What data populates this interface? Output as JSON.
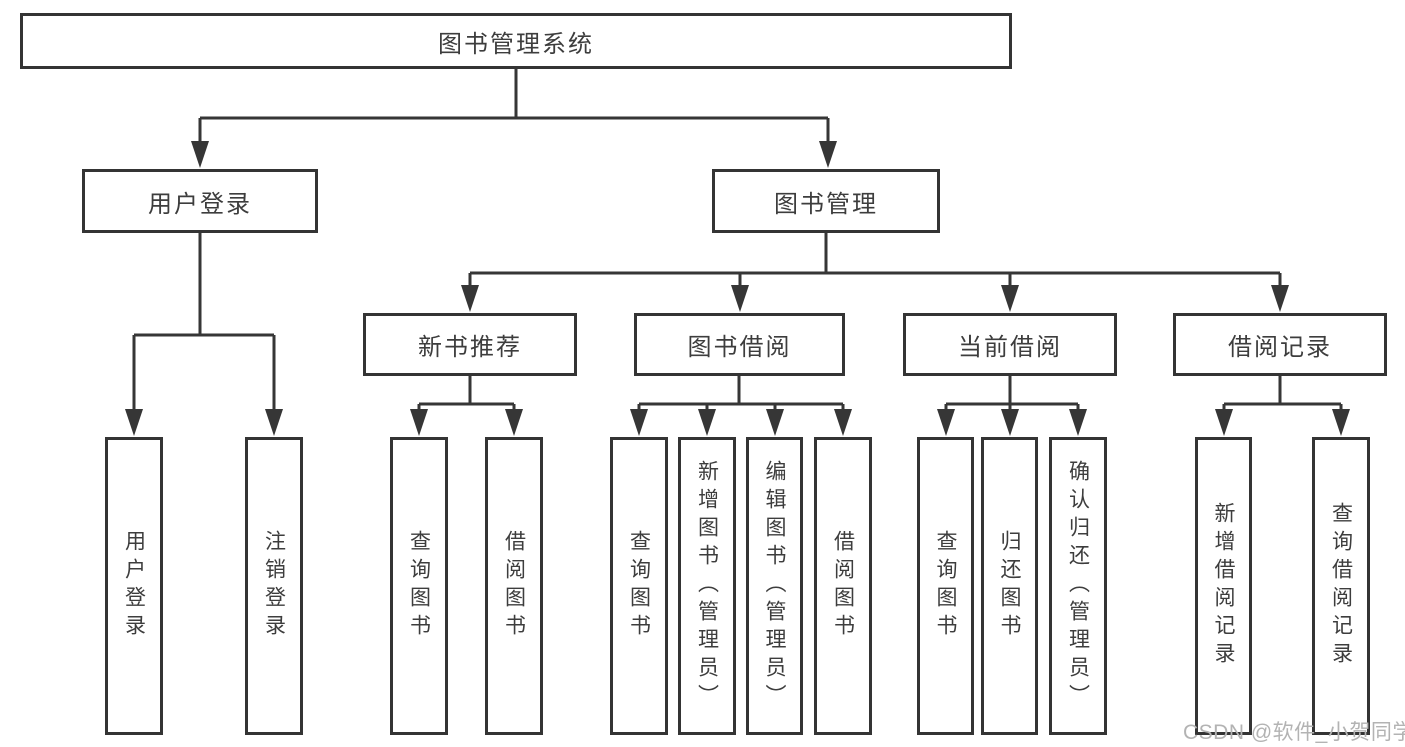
{
  "diagram": {
    "root": {
      "label": "图书管理系统",
      "children": [
        {
          "label": "用户登录",
          "children": [
            {
              "label": "用户登录"
            },
            {
              "label": "注销登录"
            }
          ]
        },
        {
          "label": "图书管理",
          "children": [
            {
              "label": "新书推荐",
              "children": [
                {
                  "label": "查询图书"
                },
                {
                  "label": "借阅图书"
                }
              ]
            },
            {
              "label": "图书借阅",
              "children": [
                {
                  "label": "查询图书"
                },
                {
                  "label": "新增图书（管理员）"
                },
                {
                  "label": "编辑图书（管理员）"
                },
                {
                  "label": "借阅图书"
                }
              ]
            },
            {
              "label": "当前借阅",
              "children": [
                {
                  "label": "查询图书"
                },
                {
                  "label": "归还图书"
                },
                {
                  "label": "确认归还（管理员）"
                }
              ]
            },
            {
              "label": "借阅记录",
              "children": [
                {
                  "label": "新增借阅记录"
                },
                {
                  "label": "查询借阅记录"
                }
              ]
            }
          ]
        }
      ]
    }
  },
  "watermark": {
    "text": "CSDN @软件_小贺同学"
  },
  "colors": {
    "line": "#363636",
    "box_border": "#343434",
    "text": "#3d3d3d",
    "watermark": "#b3b3b3",
    "background": "#ffffff"
  }
}
